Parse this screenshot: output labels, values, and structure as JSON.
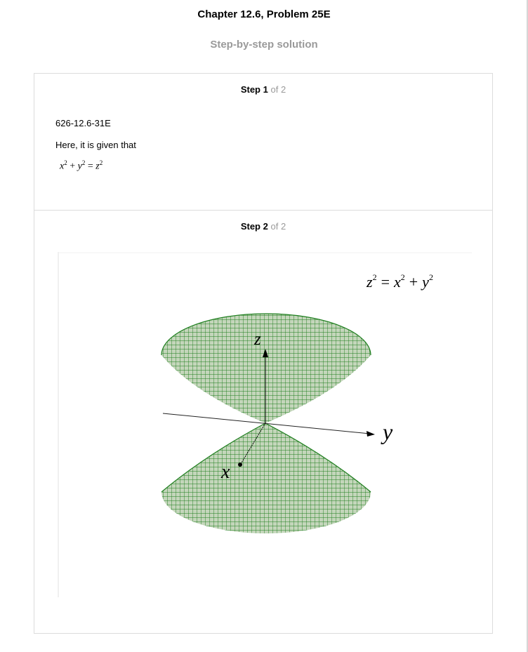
{
  "header": {
    "title": "Chapter 12.6, Problem 25E",
    "subtitle": "Step-by-step solution"
  },
  "steps": [
    {
      "label": "Step",
      "number": "1",
      "of_text": "of 2",
      "ref_code": "626-12.6-31E",
      "intro": "Here, it is given that",
      "equation": {
        "a": "x",
        "a_exp": "2",
        "plus": "+",
        "b": "y",
        "b_exp": "2",
        "eq": "=",
        "c": "z",
        "c_exp": "2"
      }
    },
    {
      "label": "Step",
      "number": "2",
      "of_text": "of 2",
      "figure": {
        "equation": {
          "lhs": "z",
          "lhs_exp": "2",
          "eq": "=",
          "a": "x",
          "a_exp": "2",
          "plus": "+",
          "b": "y",
          "b_exp": "2"
        },
        "axis_labels": {
          "z": "z",
          "y": "y",
          "x": "x"
        },
        "mesh_color": "#1e7e1e",
        "surface_fill": "#c4d6bb"
      }
    }
  ]
}
